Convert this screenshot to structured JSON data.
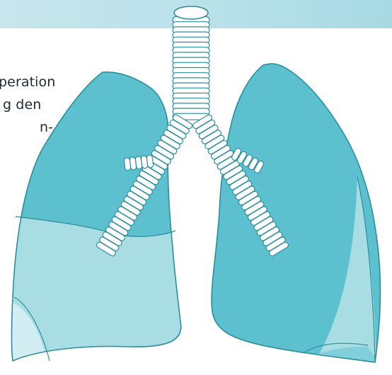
{
  "text": {
    "line1": "peration",
    "line2": "g den",
    "line3": "n-"
  },
  "colors": {
    "band": "#b9e1ea",
    "lung_dark": "#5cc0cf",
    "lung_mid": "#7fd0db",
    "lung_light": "#a9dde4",
    "lung_pale": "#d3eef2",
    "outline": "#2a8e9c"
  },
  "icons": {
    "lungs": "lungs-illustration",
    "trachea": "trachea-icon"
  }
}
